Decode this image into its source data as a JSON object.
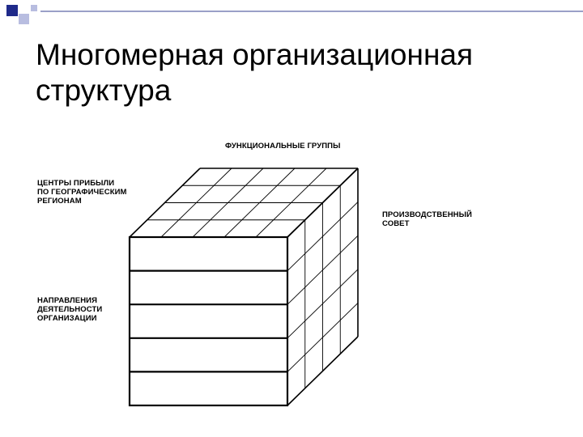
{
  "slide": {
    "title_lines": [
      "Многомерная организационная",
      "структура"
    ]
  },
  "diagram": {
    "labels": {
      "functional_groups": [
        "ФУНКЦИОНАЛЬНЫЕ ГРУППЫ"
      ],
      "profit_centers": [
        "ЦЕНТРЫ ПРИБЫЛИ",
        "ПО ГЕОГРАФИЧЕСКИМ",
        "РЕГИОНАМ"
      ],
      "production_council": [
        "ПРОИЗВОДСТВЕННЫЙ",
        "СОВЕТ"
      ],
      "activity_directions": [
        "НАПРАВЛЕНИЯ",
        "ДЕЯТЕЛЬНОСТИ",
        "ОРГАНИЗАЦИИ"
      ]
    },
    "cube": {
      "front_rows": 5,
      "top_columns": 5,
      "top_depth_divisions": 4,
      "side_depth_divisions": 4,
      "side_rows": 5
    }
  },
  "colors": {
    "accent_blue": "#1f2a8a",
    "accent_light": "#b8bde0",
    "deco_line": "#9aa0c8",
    "line": "#000000"
  }
}
